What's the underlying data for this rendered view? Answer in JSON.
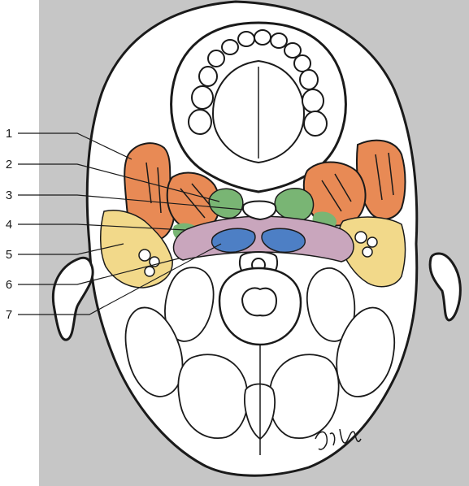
{
  "labels": [
    "1",
    "2",
    "3",
    "4",
    "5",
    "6",
    "7"
  ],
  "colors": {
    "background": "#c6c6c6",
    "orange": "#e88a55",
    "green": "#79b574",
    "yellow": "#f2d98a",
    "purple": "#c9a6bd",
    "blue": "#4d7fc5",
    "outline": "#1a1a1a"
  }
}
